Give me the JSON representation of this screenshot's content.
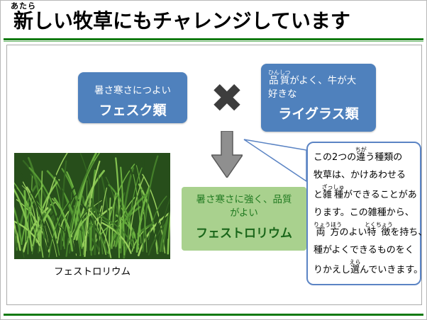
{
  "title": {
    "ruby_lines": [
      [
        {
          "b": "新",
          "r": "あたら"
        },
        "しい牧草にもチャレンジしています"
      ]
    ]
  },
  "fescue_box": {
    "line1": "暑さ寒さにつよい",
    "name": "フェスク類"
  },
  "cross_icon": "✖",
  "ryegrass_box": {
    "ruby_lines": [
      [
        {
          "b": "品質",
          "r": "ひんしつ"
        },
        "がよく、牛が大"
      ],
      [
        "好きな"
      ]
    ],
    "name": "ライグラス類"
  },
  "festulolium_box": {
    "line1": "暑さ寒さに強く、品質",
    "line2": "がよい",
    "name": "フェストロリウム"
  },
  "photo_caption": "フェストロリウム",
  "callout": {
    "ruby_lines": [
      [
        "この2つの",
        {
          "b": "違",
          "r": "ちが"
        },
        "う種類の"
      ],
      [
        "牧草は、かけあわせる"
      ],
      [
        "と",
        {
          "b": "雑種",
          "r": "ざっしゅ"
        },
        "ができることがあ"
      ],
      [
        "ります。この雑種から、"
      ],
      [
        {
          "b": "両方",
          "r": "りょうほう"
        },
        "のよい",
        {
          "b": "特徴",
          "r": "とくちょう"
        },
        "を持ち、"
      ],
      [
        "種がよくできるものをく"
      ],
      [
        "りかえし",
        {
          "b": "選",
          "r": "えら"
        },
        "んでいきます。"
      ]
    ]
  },
  "colors": {
    "accent_blue": "#4f81bd",
    "green_box_bg": "#a9d18e",
    "green_text": "#1a661a",
    "rule_green": "#117a11",
    "cross_gray": "#3d3d3d",
    "callout_border": "#5b84c4"
  }
}
